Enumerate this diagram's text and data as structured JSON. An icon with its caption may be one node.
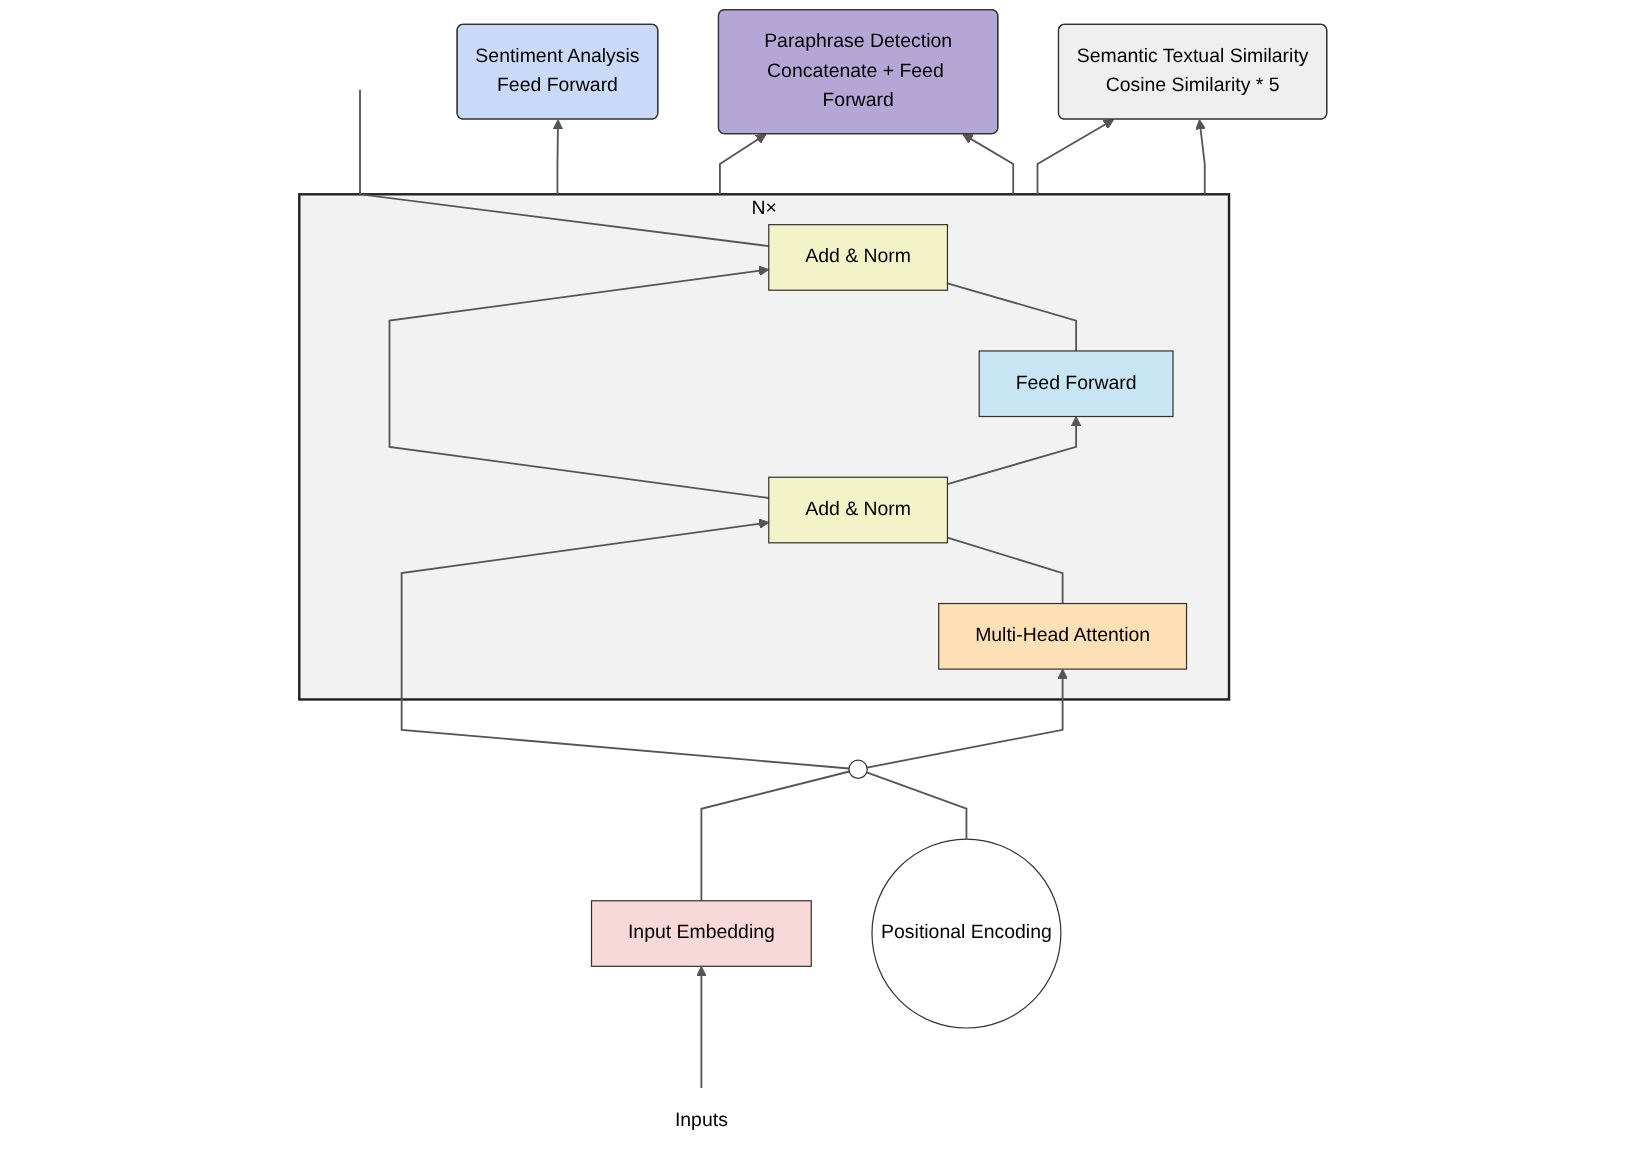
{
  "diagram": {
    "nodes": [
      {
        "text": [
          "Sentiment Analysis",
          "Feed Forward"
        ]
      },
      {
        "text": [
          "Paraphrase Detection",
          "Concatenate + Feed Forward"
        ]
      },
      {
        "text": [
          "Semantic Textual Similarity",
          "Cosine Similarity * 5"
        ]
      },
      {
        "text": [],
        "shape": "box",
        "beside": [
          "N×"
        ]
      },
      {
        "text": [
          "Add & Norm"
        ],
        "in": 3
      },
      {
        "text": [
          "Feed Forward"
        ],
        "in": 3
      },
      {
        "text": [
          "Add & Norm"
        ],
        "in": 3
      },
      {
        "text": [
          "Multi-Head Attention"
        ],
        "in": 3
      },
      {
        "text": [
          "Positional Encoding"
        ]
      },
      {
        "text": [],
        "shape": "circle"
      },
      {
        "text": [
          "Input Embedding"
        ]
      },
      {
        "text": [
          "Inputs"
        ]
      }
    ],
    "edges": [
      {
        "from": 11,
        "to": 10,
        "arrow": "to"
      },
      {
        "from": 10,
        "to": 9,
        "arrow": "none"
      },
      {
        "from": 8,
        "to": 9,
        "arrow": "none"
      },
      {
        "from": 9,
        "to": 7,
        "arrow": "to"
      },
      {
        "from": 9,
        "to": 6,
        "arrow": "to"
      },
      {
        "from": 7,
        "to": 6,
        "arrow": "none"
      },
      {
        "from": 6,
        "to": 5,
        "arrow": "to"
      },
      {
        "from": 6,
        "to": 4,
        "arrow": "to"
      },
      {
        "from": 5,
        "to": 4,
        "arrow": "none"
      },
      {
        "from": 4,
        "to": null,
        "arrow": "none"
      },
      {
        "from": 3,
        "to": 0,
        "arrow": "to"
      },
      {
        "from": 3,
        "to": 1,
        "arrow": "to"
      },
      {
        "from": 3,
        "to": 1,
        "arrow": "to"
      },
      {
        "from": 3,
        "to": 2,
        "arrow": "to"
      },
      {
        "from": 3,
        "to": 2,
        "arrow": "to"
      }
    ]
  }
}
